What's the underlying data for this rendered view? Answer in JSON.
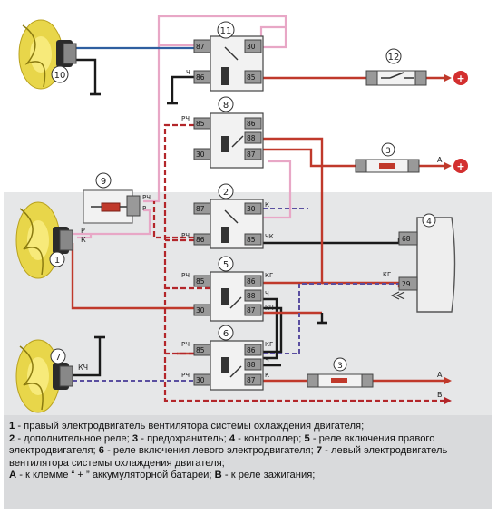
{
  "diagram": {
    "components": {
      "relay_11": {
        "number": "11",
        "pins": {
          "p87": "87",
          "p30": "30",
          "p86": "86",
          "p85": "85"
        },
        "wire_labels": {
          "ch": "Ч"
        }
      },
      "relay_8": {
        "number": "8",
        "pins": {
          "p85": "85",
          "p86": "86",
          "p88": "88",
          "p30": "30",
          "p87": "87"
        },
        "wire_labels": {
          "rch": "РЧ"
        }
      },
      "relay_2": {
        "number": "2",
        "pins": {
          "p87": "87",
          "p30": "30",
          "p86": "86",
          "p85": "85"
        },
        "wire_labels": {
          "k": "К",
          "rch": "РЧ",
          "chk": "ЧК"
        }
      },
      "relay_5": {
        "number": "5",
        "pins": {
          "p85": "85",
          "p86": "86",
          "p88": "88",
          "p30": "30",
          "p87": "87"
        },
        "wire_labels": {
          "rch": "РЧ",
          "kg": "КГ",
          "ch": "Ч",
          "kch": "КЧ"
        }
      },
      "relay_6": {
        "number": "6",
        "pins": {
          "p85": "85",
          "p86": "86",
          "p88": "88",
          "p30": "30",
          "p87": "87"
        },
        "wire_labels": {
          "rch1": "РЧ",
          "rch2": "РЧ",
          "kg": "КГ",
          "ch": "Ч",
          "k": "К"
        }
      },
      "motor_10": {
        "number": "10"
      },
      "motor_1": {
        "number": "1",
        "wire_labels": {
          "r": "Р",
          "k": "К"
        }
      },
      "motor_7": {
        "number": "7",
        "wire_labels": {
          "kch": "КЧ"
        }
      },
      "resistor_9": {
        "number": "9",
        "wire_labels": {
          "rch": "РЧ",
          "r": "Р"
        }
      },
      "switch_12": {
        "number": "12"
      },
      "fuse_3a": {
        "number": "3",
        "terminal": "A"
      },
      "fuse_3b": {
        "number": "3",
        "terminal_a": "A",
        "terminal_b": "В"
      },
      "controller_4": {
        "number": "4",
        "pins": {
          "p68": "68",
          "p29": "29"
        },
        "wire_labels": {
          "kg": "КГ"
        }
      }
    },
    "symbols": {
      "plus": "+"
    }
  },
  "caption": {
    "n1": "1",
    "t1": " - правый электродвигатель вентилятора системы охлаждения двигателя;",
    "n2": "2",
    "t2": " - дополнительное реле; ",
    "n3": "3",
    "t3": " - предохранитель; ",
    "n4": "4",
    "t4": " - контроллер; ",
    "n5": "5",
    "t5": " - реле включения правого электродвигателя; ",
    "n6": "6",
    "t6": " - реле включения левого электродвигателя; ",
    "n7": "7",
    "t7": " - левый электродвигатель вентилятора системы охлаждения двигателя;",
    "a_letter": "А",
    "a_text": " - к клемме “ + ” аккумуляторной батареи; ",
    "b_letter": "В",
    "b_text": " - к реле зажигания;"
  }
}
